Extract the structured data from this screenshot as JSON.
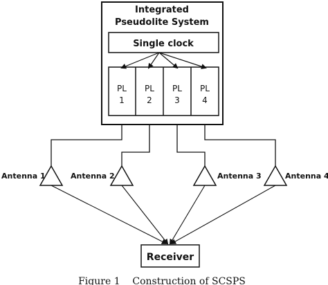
{
  "system": {
    "title_line1": "Integrated",
    "title_line2": "Pseudolite System",
    "clock_label": "Single clock",
    "pls": [
      {
        "line1": "PL",
        "line2": "1"
      },
      {
        "line1": "PL",
        "line2": "2"
      },
      {
        "line1": "PL",
        "line2": "3"
      },
      {
        "line1": "PL",
        "line2": "4"
      }
    ]
  },
  "antennas": [
    {
      "label": "Antenna 1"
    },
    {
      "label": "Antenna 2"
    },
    {
      "label": "Antenna 3"
    },
    {
      "label": "Antenna 4"
    }
  ],
  "receiver": {
    "label": "Receiver"
  },
  "caption": "Figure 1    Construction of SCSPS"
}
